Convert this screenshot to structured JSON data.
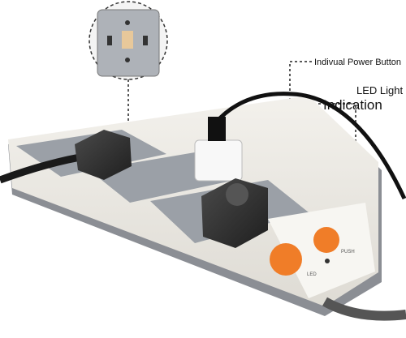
{
  "annotations": {
    "power_button": "Indivual Power Button",
    "led_light": "LED Light",
    "indication": "Indication"
  },
  "device": {
    "push_label": "PUSH",
    "led_label": "LED"
  }
}
